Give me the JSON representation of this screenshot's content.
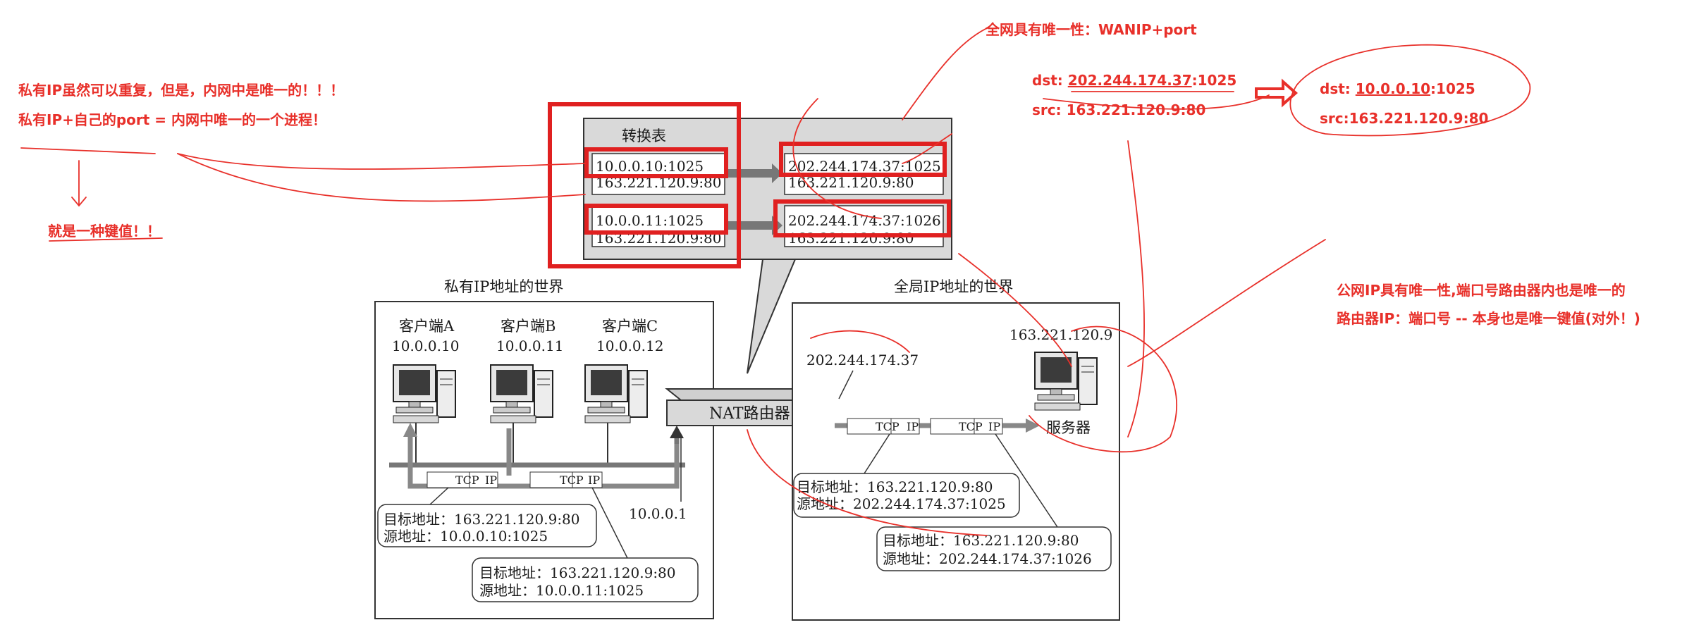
{
  "annotations": {
    "top_center": "全网具有唯一性：WANIP+port",
    "left_line1": "私有IP虽然可以重复，但是，内网中是唯一的！！！",
    "left_line2": "私有IP+自己的port = 内网中唯一的一个进程！",
    "left_key": "就是一种键值！！",
    "dst_before_label": "dst: ",
    "dst_before_ip": "202.244.174.37",
    "dst_before_port": ":1025",
    "src_before": "src: 163.221.120.9:80",
    "dst_after_label": "dst: ",
    "dst_after_ip": "10.0.0.10",
    "dst_after_port": ":1025",
    "src_after": "src:163.221.120.9:80",
    "right_line1": "公网IP具有唯一性,端口号路由器内也是唯一的",
    "right_line2": "路由器IP：端口号 -- 本身也是唯一键值(对外！)"
  },
  "nat_table": {
    "title": "转换表",
    "rows": [
      {
        "private_dst": "10.0.0.10:1025",
        "private_src": "163.221.120.9:80",
        "public_dst": "202.244.174.37:1025",
        "public_src": "163.221.120.9:80"
      },
      {
        "private_dst": "10.0.0.11:1025",
        "private_src": "163.221.120.9:80",
        "public_dst": "202.244.174.37:1026",
        "public_src": "163.221.120.9:80"
      }
    ]
  },
  "private_world": {
    "title": "私有IP地址的世界",
    "clients": [
      {
        "name": "客户端A",
        "ip": "10.0.0.10"
      },
      {
        "name": "客户端B",
        "ip": "10.0.0.11"
      },
      {
        "name": "客户端C",
        "ip": "10.0.0.12"
      }
    ],
    "router_lan_ip": "10.0.0.1",
    "packet_a": {
      "dst": "目标地址：163.221.120.9:80",
      "src": "源地址：10.0.0.10:1025"
    },
    "packet_b": {
      "dst": "目标地址：163.221.120.9:80",
      "src": "源地址：10.0.0.11:1025"
    }
  },
  "router": {
    "label": "NAT路由器"
  },
  "public_world": {
    "title": "全局IP地址的世界",
    "router_wan_ip": "202.244.174.37",
    "server_ip": "163.221.120.9",
    "server_label": "服务器",
    "packet_1": {
      "dst": "目标地址：163.221.120.9:80",
      "src": "源地址：202.244.174.37:1025"
    },
    "packet_2": {
      "dst": "目标地址：163.221.120.9:80",
      "src": "源地址：202.244.174.37:1026"
    }
  },
  "tcp_label": "TCP",
  "ip_label": "IP"
}
